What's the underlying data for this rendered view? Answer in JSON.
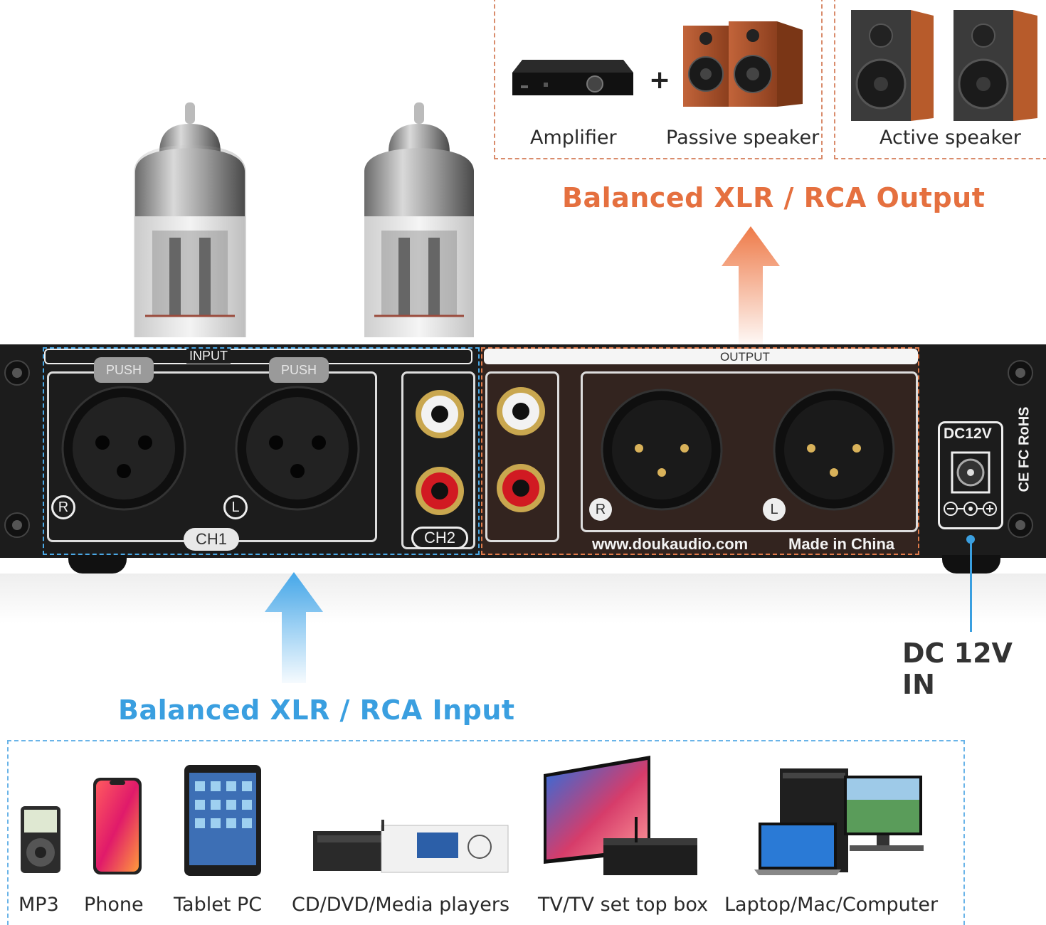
{
  "output_section": {
    "title": "Balanced XLR / RCA Output",
    "devices": [
      {
        "label": "Amplifier",
        "icon": "amplifier-icon"
      },
      {
        "label": "Passive speaker",
        "icon": "passive-speaker-icon"
      },
      {
        "label": "Active speaker",
        "icon": "active-speaker-icon"
      }
    ],
    "plus": "+",
    "arrow_color": "#ee7a48"
  },
  "panel": {
    "input_header": "INPUT",
    "output_header": "OUTPUT",
    "push_label": "PUSH",
    "ch1": "CH1",
    "ch2": "CH2",
    "right": "R",
    "left": "L",
    "website": "www.doukaudio.com",
    "made_in": "Made in China",
    "dc_label": "DC12V",
    "cert_marks": "CE FC RoHS"
  },
  "dc_callout": {
    "label": "DC 12V IN",
    "line_color": "#3a9fe0"
  },
  "input_section": {
    "title": "Balanced XLR / RCA Input",
    "arrow_color": "#46a8ea",
    "devices": [
      {
        "label": "MP3",
        "icon": "mp3-player-icon"
      },
      {
        "label": "Phone",
        "icon": "phone-icon"
      },
      {
        "label": "Tablet PC",
        "icon": "tablet-icon"
      },
      {
        "label": "CD/DVD/Media players",
        "icon": "media-player-icon"
      },
      {
        "label": "TV/TV set top box",
        "icon": "tv-icon"
      },
      {
        "label": "Laptop/Mac/Computer",
        "icon": "computer-icon"
      }
    ]
  },
  "colors": {
    "output_accent": "#e5703f",
    "input_accent": "#3a9fe0",
    "panel_black": "#1c1c1c"
  }
}
